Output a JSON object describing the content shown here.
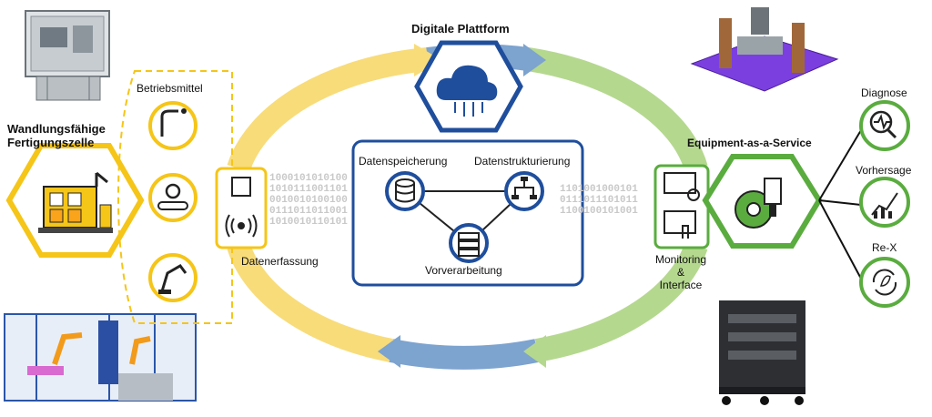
{
  "title": "Digitale Plattform",
  "cell": {
    "label_line1": "Wandlungsfähige",
    "label_line2": "Fertigungszelle"
  },
  "equipment": {
    "label": "Betriebsmittel"
  },
  "acquisition": {
    "label": "Datenerfassung"
  },
  "platform": {
    "storage_label": "Datenspeicherung",
    "structuring_label": "Datenstrukturierung",
    "preprocessing_label": "Vorverarbeitung"
  },
  "service": {
    "label": "Equipment-as-a-Service"
  },
  "monitoring": {
    "label_line1": "Monitoring",
    "label_line2": "&",
    "label_line3": "Interface"
  },
  "outputs": [
    {
      "label": "Diagnose"
    },
    {
      "label": "Vorhersage"
    },
    {
      "label": "Re-X"
    }
  ],
  "binary_left": [
    "1000101010100",
    "1010111001101",
    "0010010100100",
    "0111011011001",
    "1010010110101"
  ],
  "binary_right": [
    "1101001000101",
    "0111011101011",
    "1100100101001"
  ],
  "colors": {
    "yellow": "#f5c518",
    "blue": "#1f4e9c",
    "green": "#5aac3f",
    "ring_yellow": "#f8dc7a",
    "ring_blue": "#7da3cf",
    "ring_green": "#b5d88f"
  }
}
